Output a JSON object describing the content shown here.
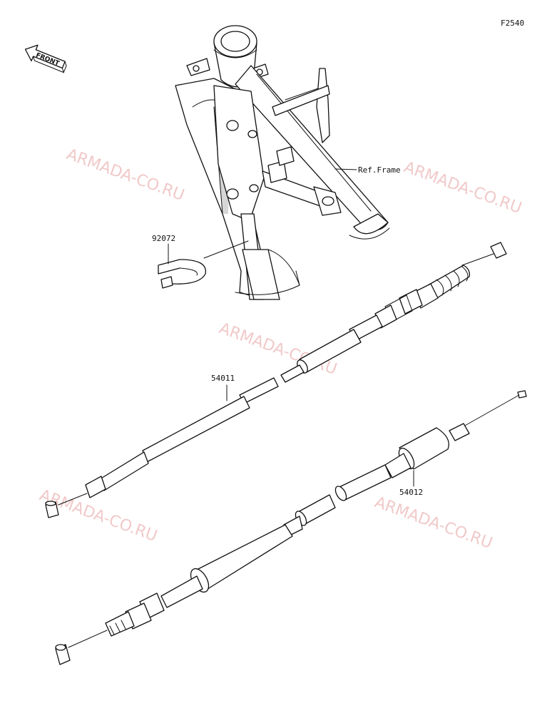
{
  "diagram_code": "F2540",
  "front_label": "FRONT",
  "ref_frame_label": "Ref.Frame",
  "parts": [
    {
      "number": "92072"
    },
    {
      "number": "54011"
    },
    {
      "number": "54012"
    }
  ],
  "watermark": "ARMADA-CO.RU"
}
